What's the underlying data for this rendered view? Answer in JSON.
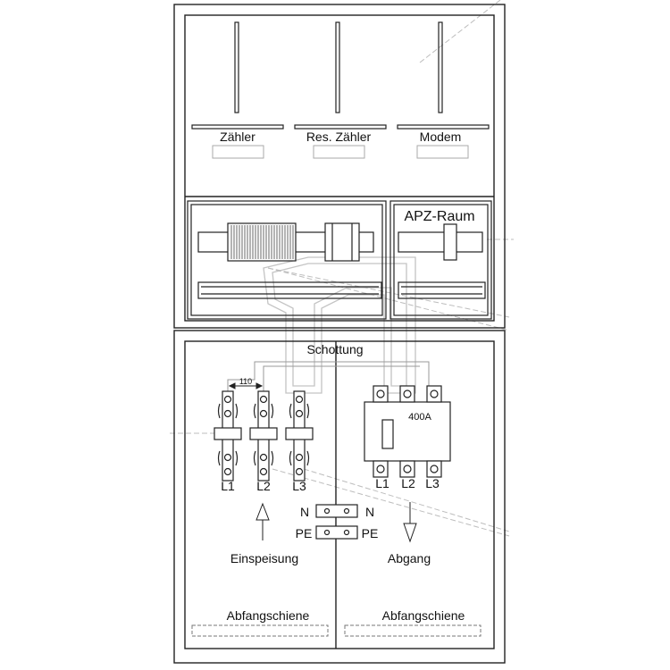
{
  "top": {
    "meter_labels": [
      "Zähler",
      "Res. Zähler",
      "Modem"
    ]
  },
  "middle": {
    "apz_label": "APZ-Raum"
  },
  "bottom": {
    "partition_label": "Schottung",
    "spacing_label": "110",
    "breaker_label": "400A",
    "left_phases": [
      "L1",
      "L2",
      "L3"
    ],
    "right_phases": [
      "L1",
      "L2",
      "L3"
    ],
    "n_label": "N",
    "pe_label": "PE",
    "feed_label": "Einspeisung",
    "outgoing_label": "Abgang",
    "rail_left": "Abfangschiene",
    "rail_right": "Abfangschiene"
  },
  "colors": {
    "line": "#222222",
    "watermark": "#bbbbbb"
  }
}
